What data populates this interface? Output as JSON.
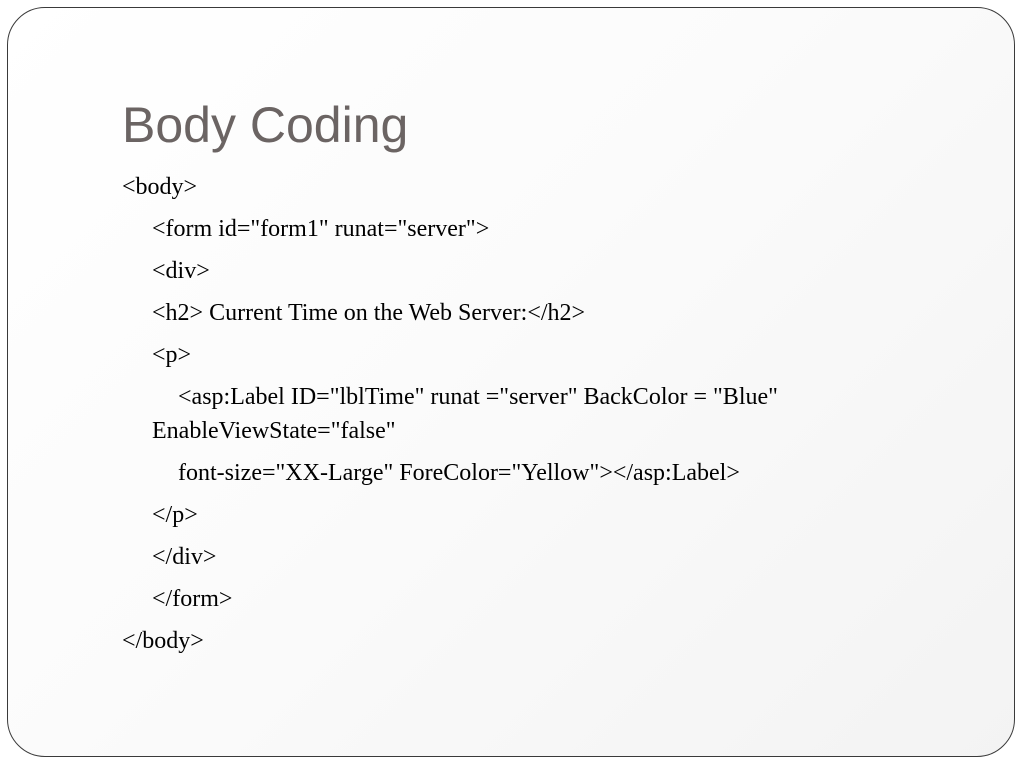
{
  "slide": {
    "title": "Body Coding",
    "lines": [
      "<body>",
      "<form id=\"form1\" runat=\"server\">",
      "<div>",
      "<h2> Current Time on the Web Server:</h2>",
      "<p>",
      "<asp:Label ID=\"lblTime\" runat =\"server\" BackColor = \"Blue\"",
      "EnableViewState=\"false\"",
      "font-size=\"XX-Large\" ForeColor=\"Yellow\"></asp:Label>",
      "</p>",
      "</div>",
      "</form>",
      "</body>"
    ]
  }
}
